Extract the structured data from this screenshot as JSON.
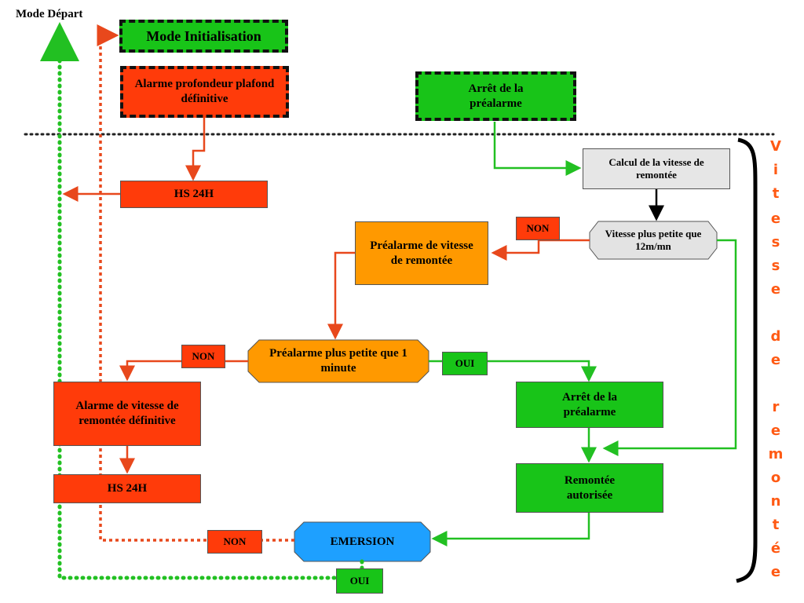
{
  "labels": {
    "mode_depart": "Mode Départ",
    "mode_init": "Mode Initialisation",
    "alarme_profondeur": "Alarme profondeur plafond définitive",
    "arret_prealarme_top": "Arrêt de la préalarme",
    "hs_top": "HS 24H",
    "calcul_vitesse": "Calcul de la vitesse de remontée",
    "non_top": "NON",
    "vitesse_petite": "Vitesse plus petite que 12m/mn",
    "prealarme_vitesse": "Préalarme de vitesse de remontée",
    "non_mid": "NON",
    "prealarme_minute": "Préalarme plus petite que 1 minute",
    "oui_mid": "OUI",
    "alarme_vitesse_def": "Alarme de vitesse de remontée définitive",
    "arret_prealarme_mid": "Arrêt de la préalarme",
    "hs_bottom": "HS 24H",
    "remontee_autorisee": "Remontée autorisée",
    "non_bottom": "NON",
    "emersion": "EMERSION",
    "oui_bottom": "OUI"
  },
  "vertical_title": [
    "V",
    "i",
    "t",
    "e",
    "s",
    "s",
    "e",
    "",
    "d",
    "e",
    "",
    "r",
    "e",
    "m",
    "o",
    "n",
    "t",
    "é",
    "e"
  ],
  "colors": {
    "red_box": "#ff3b0a",
    "green_box": "#18c418",
    "orange_box": "#ff9900",
    "grey_box": "#e6e6e6",
    "blue_box": "#1ea0ff",
    "red_arrow": "#e8481c",
    "green_arrow": "#22c022",
    "side_text": "#ff5a14"
  }
}
